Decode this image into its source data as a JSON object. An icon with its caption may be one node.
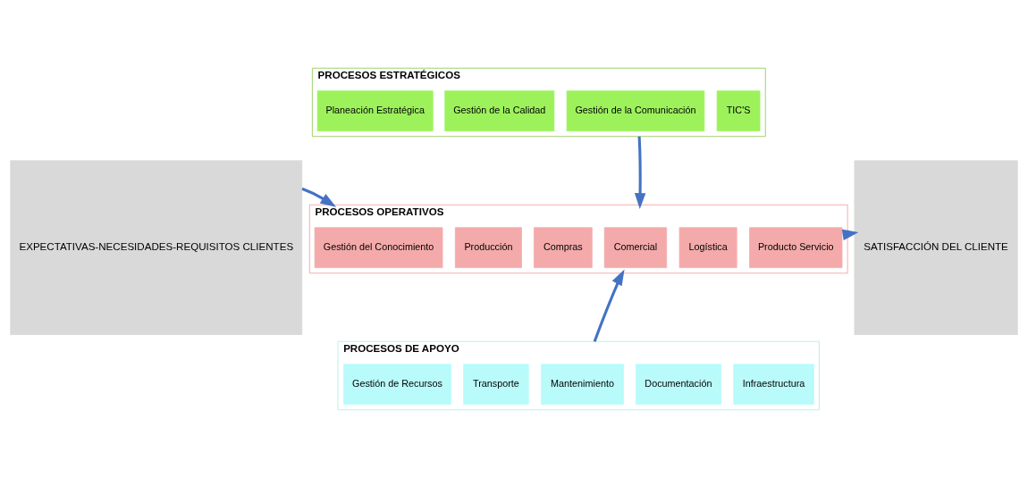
{
  "diagram": {
    "nodes": [
      {
        "text": [
          "EXPECTATIVAS-NECESIDADES-REQUISITOS CLIENTES"
        ]
      },
      {
        "text": [
          "PROCESOS ESTRATÉGICOS"
        ]
      },
      {
        "text": [
          "Planeación Estratégica"
        ],
        "in": 1
      },
      {
        "text": [
          "Gestión de la Calidad"
        ],
        "in": 1
      },
      {
        "text": [
          "Gestión de la Comunicación"
        ],
        "in": 1
      },
      {
        "text": [
          "TIC'S"
        ],
        "in": 1
      },
      {
        "text": [
          "PROCESOS OPERATIVOS"
        ]
      },
      {
        "text": [
          "Gestión del Conocimiento"
        ],
        "in": 6
      },
      {
        "text": [
          "Producción"
        ],
        "in": 6
      },
      {
        "text": [
          "Compras"
        ],
        "in": 6
      },
      {
        "text": [
          "Comercial"
        ],
        "in": 6
      },
      {
        "text": [
          "Logística"
        ],
        "in": 6
      },
      {
        "text": [
          "Producto Servicio"
        ],
        "in": 6
      },
      {
        "text": [
          "PROCESOS DE APOYO"
        ]
      },
      {
        "text": [
          "Gestión de Recursos"
        ],
        "in": 13
      },
      {
        "text": [
          "Transporte"
        ],
        "in": 13
      },
      {
        "text": [
          "Mantenimiento"
        ],
        "in": 13
      },
      {
        "text": [
          "Documentación"
        ],
        "in": 13
      },
      {
        "text": [
          "Infraestructura"
        ],
        "in": 13
      },
      {
        "text": [
          "SATISFACCIÓN DEL CLIENTE"
        ]
      }
    ],
    "edges": [
      {
        "from": 0,
        "to": 6,
        "arrow": "to"
      },
      {
        "from": 1,
        "to": 6,
        "arrow": "to"
      },
      {
        "from": 13,
        "to": 6,
        "arrow": "to"
      },
      {
        "from": 6,
        "to": 19,
        "arrow": "to"
      }
    ]
  }
}
